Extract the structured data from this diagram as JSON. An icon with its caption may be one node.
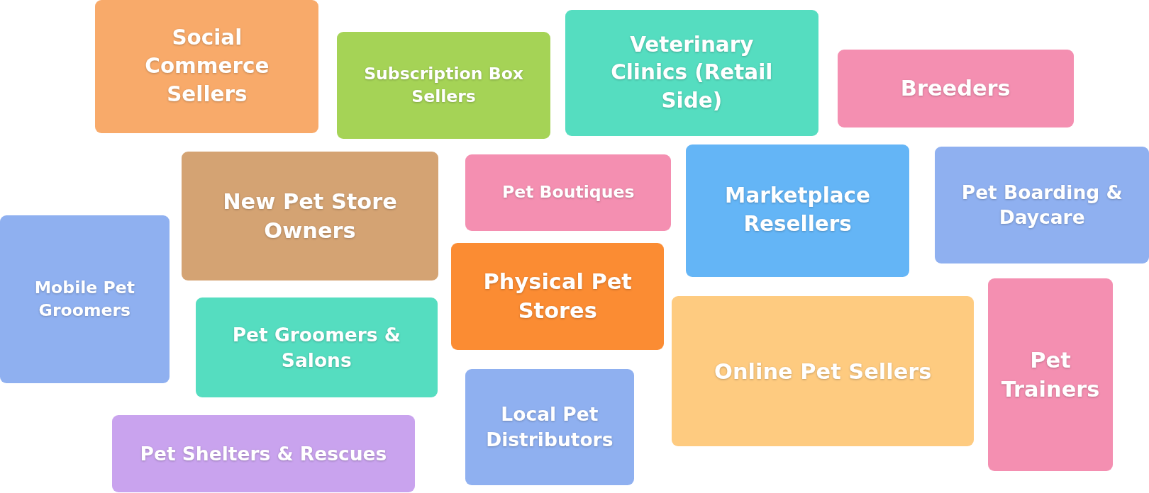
{
  "diagram": {
    "nodes": [
      {
        "text": [
          "Social Commerce Sellers"
        ]
      },
      {
        "text": [
          "Subscription Box Sellers"
        ]
      },
      {
        "text": [
          "Veterinary Clinics (Retail Side)"
        ]
      },
      {
        "text": [
          "Breeders"
        ]
      },
      {
        "text": [
          "New Pet Store Owners"
        ]
      },
      {
        "text": [
          "Pet Boutiques"
        ]
      },
      {
        "text": [
          "Marketplace Resellers"
        ]
      },
      {
        "text": [
          "Pet Boarding & Daycare"
        ]
      },
      {
        "text": [
          "Mobile Pet Groomers"
        ]
      },
      {
        "text": [
          "Physical Pet Stores"
        ]
      },
      {
        "text": [
          "Pet Groomers & Salons"
        ]
      },
      {
        "text": [
          "Online Pet Sellers"
        ]
      },
      {
        "text": [
          "Pet Trainers"
        ]
      },
      {
        "text": [
          "Local Pet Distributors"
        ]
      },
      {
        "text": [
          "Pet Shelters & Rescues"
        ]
      }
    ]
  }
}
